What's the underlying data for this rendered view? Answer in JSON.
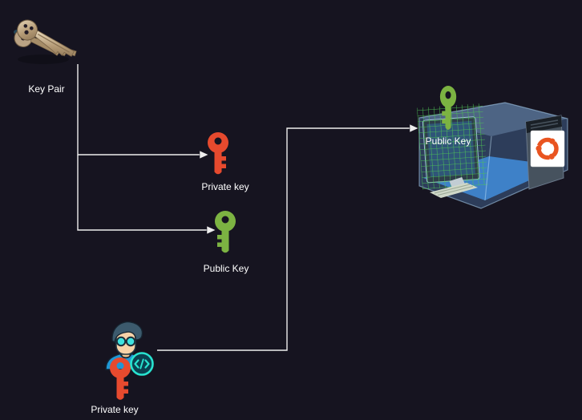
{
  "diagram": {
    "title": "SSH key pair distribution diagram",
    "background_color": "#161420",
    "connector_color": "#f2f2f2",
    "nodes": {
      "key_pair": {
        "label": "Key Pair",
        "icon": "metal-keys-photo"
      },
      "private_key_mid": {
        "label": "Private key",
        "icon": "key",
        "color": "#e64a2e"
      },
      "public_key_mid": {
        "label": "Public Key",
        "icon": "key",
        "color": "#7cb342"
      },
      "server_public_key": {
        "label": "Public Key",
        "icon": "key",
        "color": "#7cb342"
      },
      "server": {
        "icon": "virtual-machine-box",
        "os_logo": "ubuntu"
      },
      "developer_private_key": {
        "label": "Private key",
        "icon": "developer-avatar-with-key",
        "key_color": "#e64a2e",
        "badge_icon": "code-badge"
      }
    },
    "edges": [
      {
        "from": "key_pair",
        "to": "private_key_mid"
      },
      {
        "from": "key_pair",
        "to": "public_key_mid"
      },
      {
        "from": "developer_private_key",
        "to": "server"
      }
    ],
    "colors": {
      "red_key": "#e64a2e",
      "green_key": "#7cb342",
      "avatar_shirt": "#1f98d6",
      "avatar_badge": "#28e2cf",
      "vm_glass": "#5a96d7",
      "ubuntu_orange": "#e95420",
      "label_text": "#ffffff"
    }
  }
}
